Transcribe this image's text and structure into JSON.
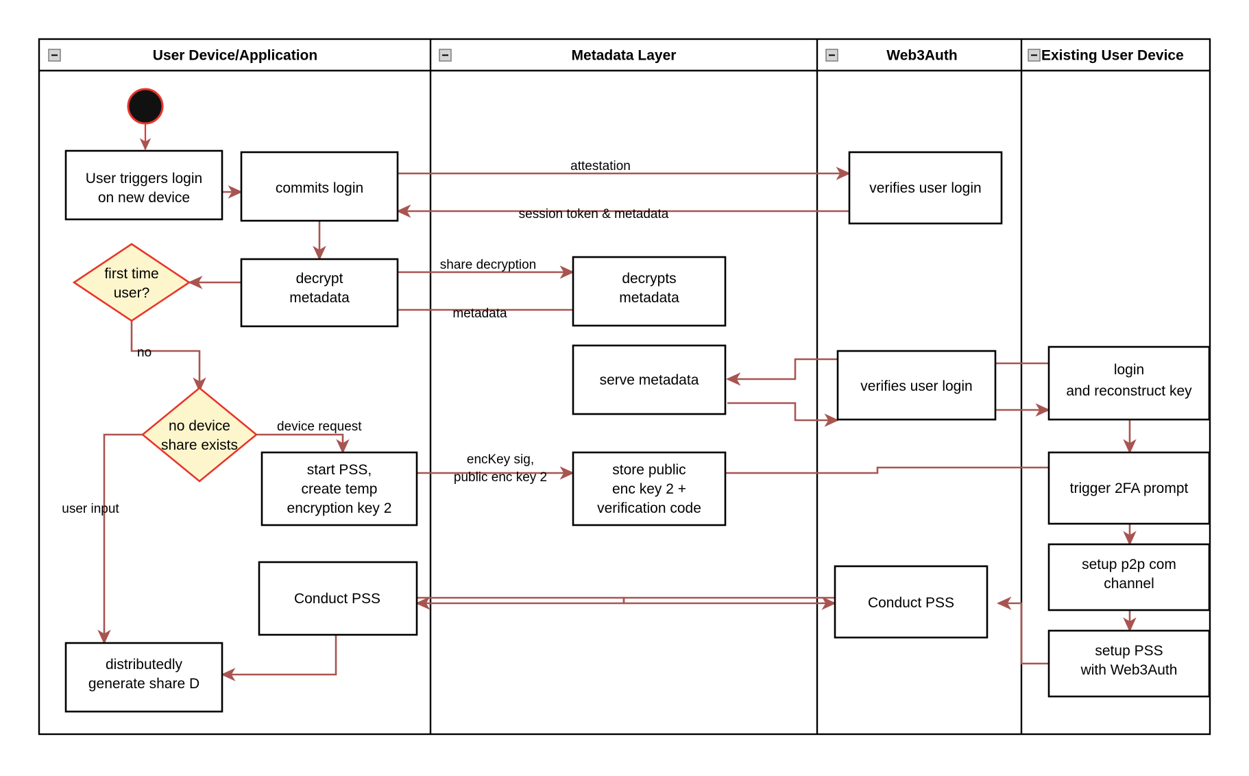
{
  "diagram": {
    "title": "Web3Auth new-device login and PSS flow",
    "colors": {
      "edge": "#a85450",
      "decision_fill": "#fdf6cd",
      "decision_stroke": "#e8352a",
      "node_fill": "#ffffff",
      "node_stroke": "#000000",
      "start_fill": "#111111",
      "start_stroke": "#e8352a",
      "lane_stroke": "#000000"
    },
    "lanes": [
      {
        "id": "lane-user-device",
        "title": "User Device/Application",
        "collapse_icon": "minus-icon"
      },
      {
        "id": "lane-metadata",
        "title": "Metadata Layer",
        "collapse_icon": "minus-icon"
      },
      {
        "id": "lane-web3auth",
        "title": "Web3Auth",
        "collapse_icon": "minus-icon"
      },
      {
        "id": "lane-existing-device",
        "title": "Existing User Device",
        "collapse_icon": "minus-icon"
      }
    ],
    "nodes": [
      {
        "id": "start",
        "type": "start",
        "lane": "lane-user-device",
        "label": ""
      },
      {
        "id": "user-triggers-login",
        "type": "action",
        "lane": "lane-user-device",
        "lines": [
          "User triggers login",
          "on new device"
        ]
      },
      {
        "id": "commits-login",
        "type": "action",
        "lane": "lane-user-device",
        "lines": [
          "commits login"
        ]
      },
      {
        "id": "decrypt-metadata",
        "type": "action",
        "lane": "lane-user-device",
        "lines": [
          "decrypt",
          "metadata"
        ]
      },
      {
        "id": "first-time-user",
        "type": "decision",
        "lane": "lane-user-device",
        "lines": [
          "first time",
          "user?"
        ]
      },
      {
        "id": "no-device-share-exists",
        "type": "decision",
        "lane": "lane-user-device",
        "lines": [
          "no device",
          "share exists"
        ]
      },
      {
        "id": "start-pss",
        "type": "action",
        "lane": "lane-user-device",
        "lines": [
          "start PSS,",
          "create temp",
          "encryption key 2"
        ]
      },
      {
        "id": "conduct-pss-user",
        "type": "action",
        "lane": "lane-user-device",
        "lines": [
          "Conduct PSS"
        ]
      },
      {
        "id": "distributedly-generate-share-d",
        "type": "action",
        "lane": "lane-user-device",
        "lines": [
          "distributedly",
          "generate share D"
        ]
      },
      {
        "id": "decrypts-metadata",
        "type": "action",
        "lane": "lane-metadata",
        "lines": [
          "decrypts",
          "metadata"
        ]
      },
      {
        "id": "serve-metadata",
        "type": "action",
        "lane": "lane-metadata",
        "lines": [
          "serve metadata"
        ]
      },
      {
        "id": "store-public-enc-key",
        "type": "action",
        "lane": "lane-metadata",
        "lines": [
          "store public",
          "enc key 2 +",
          "verification code"
        ]
      },
      {
        "id": "verifies-user-login-top",
        "type": "action",
        "lane": "lane-web3auth",
        "lines": [
          "verifies user login"
        ]
      },
      {
        "id": "verifies-user-login-mid",
        "type": "action",
        "lane": "lane-web3auth",
        "lines": [
          "verifies user login"
        ]
      },
      {
        "id": "conduct-pss-web3auth",
        "type": "action",
        "lane": "lane-web3auth",
        "lines": [
          "Conduct PSS"
        ]
      },
      {
        "id": "login-reconstruct-key",
        "type": "action",
        "lane": "lane-existing-device",
        "lines": [
          "login",
          "and reconstruct key"
        ]
      },
      {
        "id": "trigger-2fa-prompt",
        "type": "action",
        "lane": "lane-existing-device",
        "lines": [
          "trigger 2FA prompt"
        ]
      },
      {
        "id": "setup-p2p-channel",
        "type": "action",
        "lane": "lane-existing-device",
        "lines": [
          "setup p2p com",
          "channel"
        ]
      },
      {
        "id": "setup-pss-web3auth",
        "type": "action",
        "lane": "lane-existing-device",
        "lines": [
          "setup PSS",
          "with Web3Auth"
        ]
      }
    ],
    "edge_labels": [
      {
        "id": "attestation",
        "text": "attestation"
      },
      {
        "id": "session-token-metadata",
        "text": "session token & metadata"
      },
      {
        "id": "share-decryption",
        "text": "share decryption"
      },
      {
        "id": "metadata",
        "text": "metadata"
      },
      {
        "id": "no",
        "text": "no"
      },
      {
        "id": "device-request",
        "text": "device request"
      },
      {
        "id": "user-input",
        "text": "user input"
      },
      {
        "id": "enckey-sig-line1",
        "text": "encKey sig,"
      },
      {
        "id": "enckey-sig-line2",
        "text": "public enc key 2"
      }
    ]
  }
}
